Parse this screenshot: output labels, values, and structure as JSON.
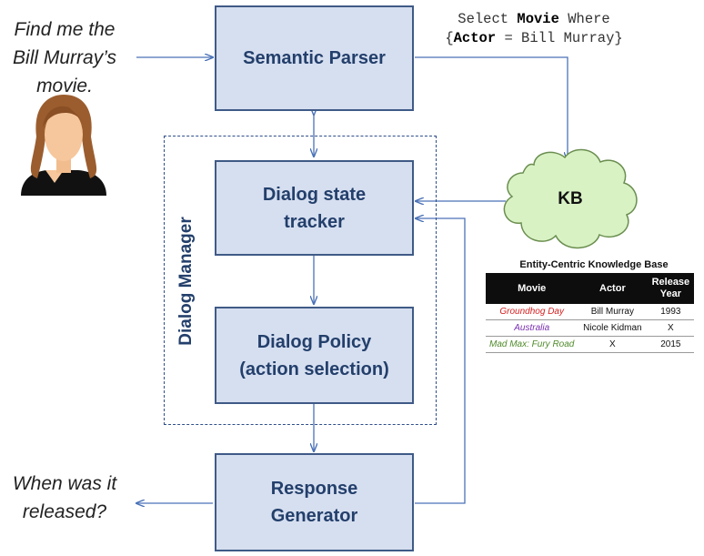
{
  "user_query": {
    "line1": "Find me the",
    "line2": "Bill Murray’s",
    "line3": "movie."
  },
  "system_response": {
    "line1": "When was it",
    "line2": "released?"
  },
  "boxes": {
    "semantic_parser": "Semantic Parser",
    "dst_line1": "Dialog state",
    "dst_line2": "tracker",
    "policy_line1": "Dialog Policy",
    "policy_line2": "(action selection)",
    "response_line1": "Response",
    "response_line2": "Generator"
  },
  "dialog_manager_label": "Dialog Manager",
  "query": {
    "select": "Select",
    "movie": "Movie",
    "where": "Where",
    "open_brace": "{",
    "actor": "Actor",
    "equals_value": "= Bill Murray}"
  },
  "kb": {
    "label": "KB",
    "table_title": "Entity-Centric Knowledge Base",
    "columns": [
      "Movie",
      "Actor",
      "Release Year"
    ],
    "rows": [
      {
        "movie": "Groundhog Day",
        "actor": "Bill Murray",
        "year": "1993",
        "color": "#d42020"
      },
      {
        "movie": "Australia",
        "actor": "Nicole Kidman",
        "year": "X",
        "color": "#7a2fb0"
      },
      {
        "movie": "Mad Max: Fury Road",
        "actor": "X",
        "year": "2015",
        "color": "#4f8a2a"
      }
    ]
  },
  "colors": {
    "box_fill": "#d6dff0",
    "box_border": "#3f5a86",
    "arrow": "#4a72b8",
    "cloud_fill": "#d9f2c4",
    "cloud_stroke": "#6a8e4f"
  }
}
